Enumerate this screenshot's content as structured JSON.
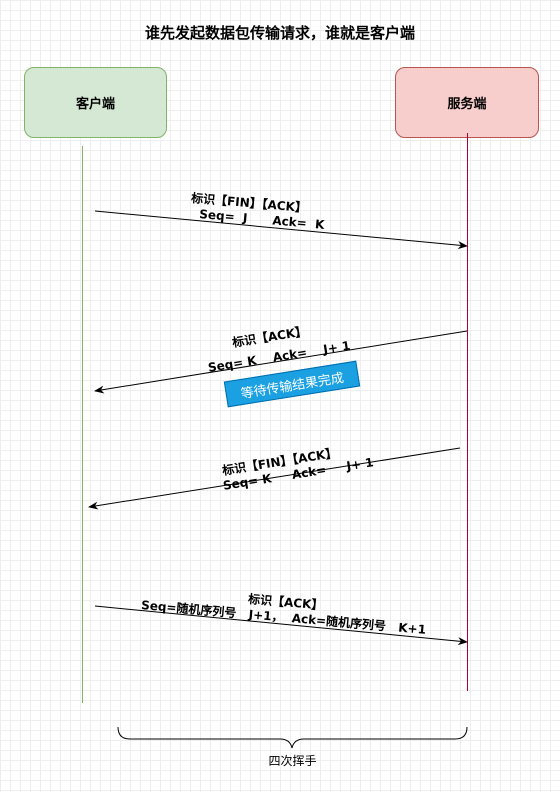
{
  "title": "谁先发起数据包传输请求，谁就是客户端",
  "client": {
    "label": "客户端",
    "color": "#d5e8d4",
    "border": "#82b366"
  },
  "server": {
    "label": "服务端",
    "color": "#f8cecc",
    "border": "#b85450",
    "line": "#a50040"
  },
  "messages": [
    {
      "flags": "标识【FIN】【ACK】",
      "fields": "Seq=  J      Ack=  K"
    },
    {
      "flags": "标识【ACK】",
      "fields": "Seq= K    Ack=    J+ 1"
    },
    {
      "flags": "标识【FIN】【ACK】",
      "fields": "Seq= K     Ack=     J+ 1"
    },
    {
      "flags": "标识【ACK】",
      "fields": "Seq=随机序列号   J+1，  Ack=随机序列号   K+1"
    }
  ],
  "wait_note": "等待传输结果完成",
  "brace_label": "四次挥手"
}
